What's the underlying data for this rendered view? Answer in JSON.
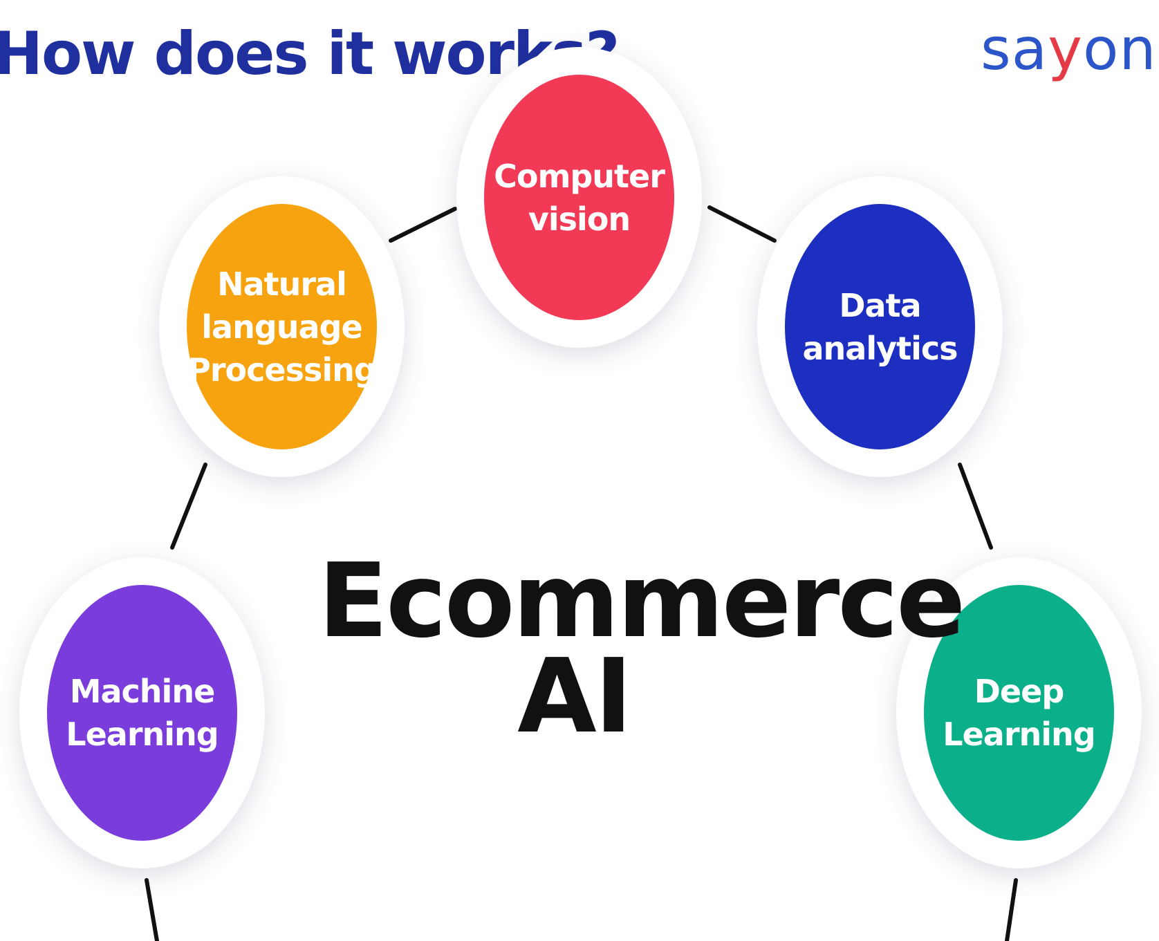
{
  "header": {
    "title": "How does it works?"
  },
  "brand": {
    "logo_left": "sa",
    "logo_mark": "y",
    "logo_right": "one",
    "logo_color": "#2b55c9",
    "logo_mark_color": "#e63946"
  },
  "diagram": {
    "center_label": "Ecommerce\nAI",
    "nodes": [
      {
        "id": "computer-vision",
        "label": "Computer\nvision",
        "color": "#f23a57"
      },
      {
        "id": "nlp",
        "label": "Natural\nlanguage\nProcessing",
        "color": "#f7a20f"
      },
      {
        "id": "data-analytics",
        "label": "Data\nanalytics",
        "color": "#1d2fc0"
      },
      {
        "id": "machine-learning",
        "label": "Machine\nLearning",
        "color": "#7a3ddb"
      },
      {
        "id": "deep-learning",
        "label": "Deep\nLearning",
        "color": "#0bb08a"
      }
    ],
    "connector_color": "#111111"
  }
}
